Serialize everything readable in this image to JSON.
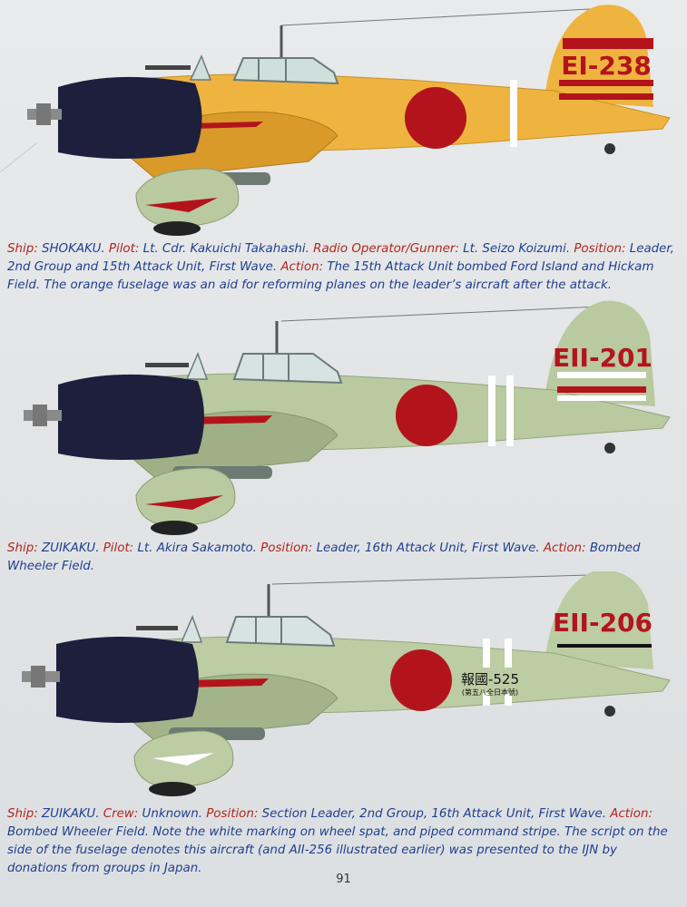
{
  "aircraft": [
    {
      "tail_code": "EI-238",
      "colors": {
        "fuselage": "#efb43f",
        "fuselage_shade": "#d99a2a",
        "cowling": "#1d1f3d",
        "hinomaru": "#b3141c",
        "tail_band": "#b3141c"
      },
      "fields": [
        {
          "label": "Ship:",
          "value": "SHOKAKU."
        },
        {
          "label": "Pilot:",
          "value": "Lt. Cdr. Kakuichi Takahashi."
        },
        {
          "label": "Radio Operator/Gunner:",
          "value": "Lt. Seizo Koizumi."
        },
        {
          "label": "Position:",
          "value": "Leader, 2nd Group and 15th Attack Unit, First Wave."
        },
        {
          "label": "Action:",
          "value": "The 15th Attack Unit bombed Ford Island and Hickam Field.  The orange fuselage was an aid for reforming planes on the leader’s aircraft after the attack."
        }
      ]
    },
    {
      "tail_code": "EII-201",
      "colors": {
        "fuselage": "#b9c9a0",
        "fuselage_shade": "#9fb087",
        "cowling": "#1d1f3d",
        "hinomaru": "#b3141c",
        "tail_band": "#b3141c"
      },
      "fields": [
        {
          "label": "Ship:",
          "value": "ZUIKAKU."
        },
        {
          "label": "Pilot:",
          "value": "Lt. Akira Sakamoto."
        },
        {
          "label": "Position:",
          "value": "Leader, 16th Attack Unit, First Wave."
        },
        {
          "label": "Action:",
          "value": "Bombed Wheeler Field."
        }
      ]
    },
    {
      "tail_code": "EII-206",
      "hokoku": "報國-525",
      "hokoku_sub": "(第五八全日本號)",
      "colors": {
        "fuselage": "#bccca3",
        "fuselage_shade": "#a3b48a",
        "cowling": "#1d1f3d",
        "hinomaru": "#b3141c",
        "tail_band": "#111111"
      },
      "fields": [
        {
          "label": "Ship:",
          "value": "ZUIKAKU."
        },
        {
          "label": "Crew:",
          "value": "Unknown."
        },
        {
          "label": "Position:",
          "value": "Section Leader, 2nd Group, 16th Attack Unit, First Wave."
        },
        {
          "label": "Action:",
          "value": "Bombed Wheeler Field.  Note the white marking on wheel spat, and piped command stripe.  The script on the side of the fuselage denotes this aircraft (and AII-256 illustrated earlier) was presented to the IJN by donations from groups in Japan."
        }
      ]
    }
  ],
  "page_number": "91"
}
